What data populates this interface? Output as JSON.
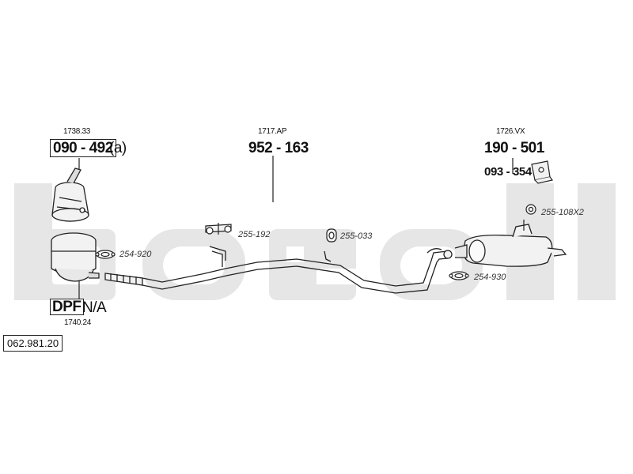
{
  "diagram": {
    "reference": "062.981.20",
    "groups": {
      "dpf": {
        "top_code": "1738.33",
        "part_number": "090 - 492",
        "suffix": "(a)",
        "type_boxed": "DPF",
        "type_status": "N/A",
        "bottom_code": "1740.24"
      },
      "mid_pipe": {
        "code": "1717.AP",
        "part_number": "952 - 163"
      },
      "rear_silencer": {
        "code": "1726.VX",
        "part_number": "190 - 501",
        "mount_part": "093 - 354"
      }
    },
    "fittings": {
      "gasket_front": "254-920",
      "hanger_mid": "255-192",
      "rubber_mount": "255-033",
      "rubber_ring_rear": "255-108X2",
      "gasket_rear": "254-930"
    },
    "watermark_text": "bosal",
    "colors": {
      "line": "#222222",
      "watermark": "#e6e6e6",
      "part_fill": "#f2f2f2"
    }
  }
}
